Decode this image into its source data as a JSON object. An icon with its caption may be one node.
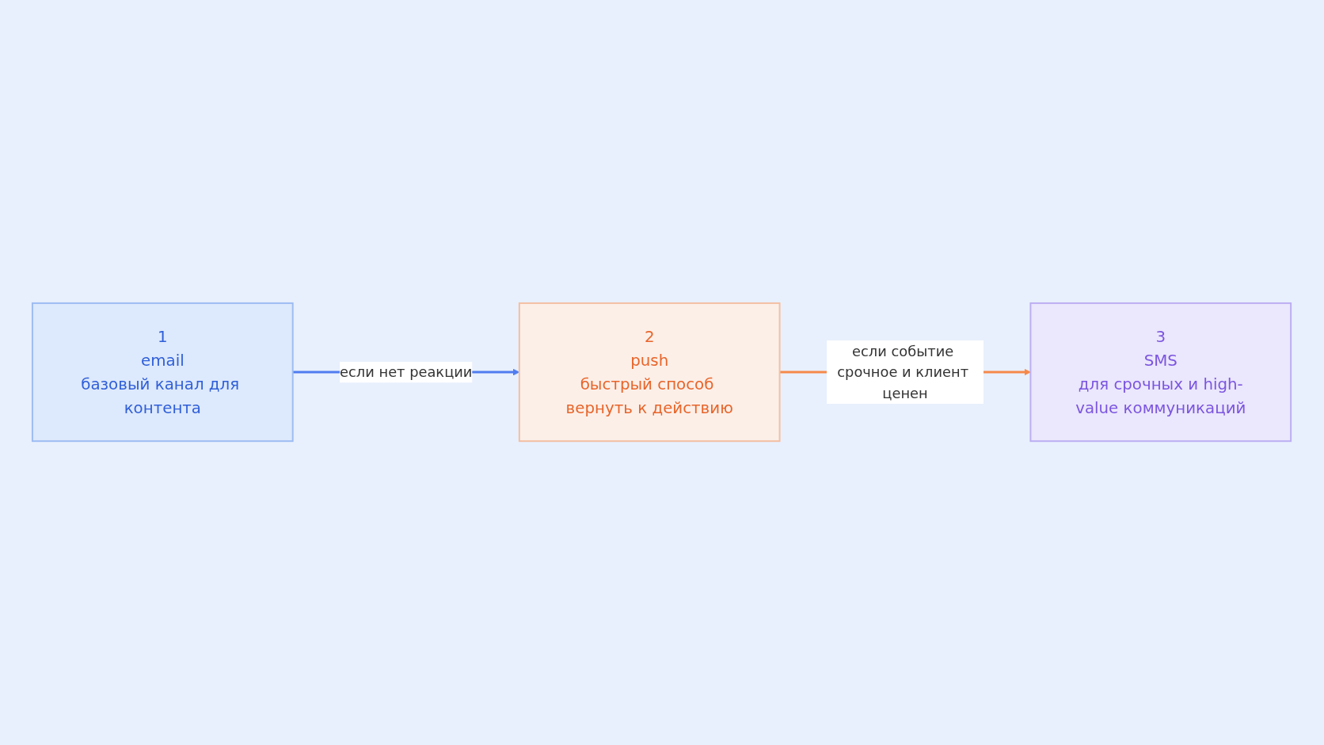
{
  "diagram": {
    "nodes": [
      {
        "text": [
          "1",
          "email",
          "базовый канал для контента"
        ]
      },
      {
        "text": [
          "2",
          "push",
          "быстрый способ вернуть к действию"
        ]
      },
      {
        "text": [
          "3",
          "SMS",
          "для срочных и high-value коммуникаций"
        ]
      }
    ],
    "edges": [
      {
        "from": 0,
        "to": 1,
        "arrow": "to",
        "label": "если нет реакции",
        "color": "#4f7cf0"
      },
      {
        "from": 1,
        "to": 2,
        "arrow": "to",
        "label": "если событие срочное и клиент ценен",
        "color": "#f5894a"
      }
    ]
  }
}
